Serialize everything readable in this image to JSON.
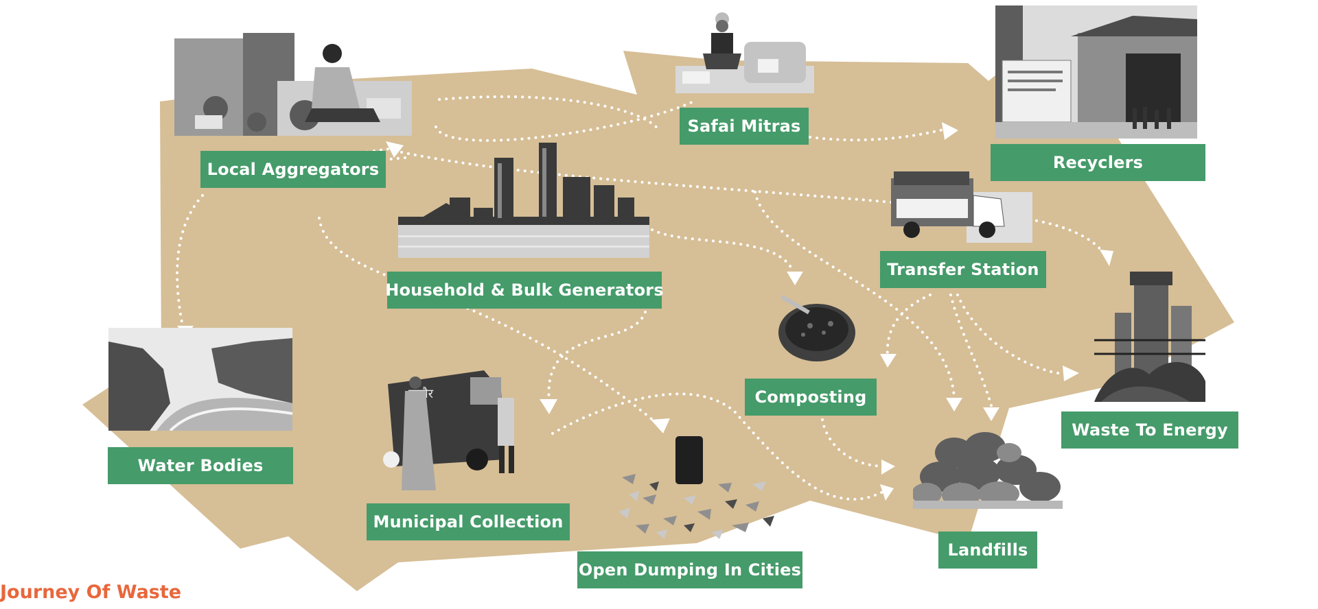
{
  "title": "Journey Of Waste",
  "colors": {
    "blob": "#d6be96",
    "label_bg": "#459b6a",
    "label_text": "#ffffff",
    "title": "#e8673c",
    "arrow": "#ffffff"
  },
  "nodes": {
    "local_aggregators": {
      "label": "Local Aggregators",
      "icon": "waste-picker-photo"
    },
    "safai_mitras": {
      "label": "Safai Mitras",
      "icon": "sanitation-worker-photo"
    },
    "recyclers": {
      "label": "Recyclers",
      "icon": "recycling-center-photo"
    },
    "household": {
      "label": "Household & Bulk Generators",
      "icon": "city-skyline-photo"
    },
    "transfer_station": {
      "label": "Transfer Station",
      "icon": "collection-truck-photo"
    },
    "water_bodies": {
      "label": "Water Bodies",
      "icon": "river-canyon-photo"
    },
    "composting": {
      "label": "Composting",
      "icon": "compost-bowl-photo"
    },
    "waste_to_energy": {
      "label": "Waste To Energy",
      "icon": "power-plant-photo"
    },
    "municipal_collection": {
      "label": "Municipal Collection",
      "icon": "municipal-van-photo"
    },
    "open_dumping": {
      "label": "Open Dumping In Cities",
      "icon": "litter-bin-photo"
    },
    "landfills": {
      "label": "Landfills",
      "icon": "landfill-photo"
    }
  },
  "van_text": "इन्दौर"
}
